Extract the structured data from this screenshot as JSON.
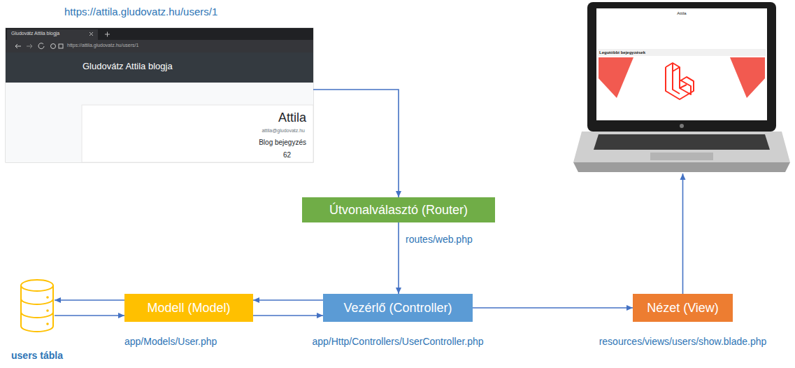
{
  "diagram": {
    "nodes": [
      {
        "text": [
          "https://attila.gludovatz.hu/users/1",
          "Gludovátz Attila blogja",
          "https://attila.gludovatz.hu/users/1",
          "Gludovátz Attila blogja",
          "Attila",
          "attila@gludovatz.hu",
          "Blog bejegyzés",
          "62"
        ]
      },
      {
        "text": [
          "Attila",
          "Legutóbbi bejegyzések"
        ]
      },
      {
        "text": [
          "Útvonalválasztó (Router)",
          "routes/web.php"
        ]
      },
      {
        "text": [
          "users tábla"
        ]
      },
      {
        "text": [
          "Modell (Model)",
          "app/Models/User.php"
        ]
      },
      {
        "text": [
          "Vezérlő (Controller)",
          "app/Http/Controllers/UserController.php"
        ]
      },
      {
        "text": [
          "Nézet (View)",
          "resources/views/users/show.blade.php"
        ]
      }
    ],
    "edges": [
      {
        "from": 0,
        "to": 2,
        "arrow": "to"
      },
      {
        "from": 2,
        "to": 5,
        "arrow": "to"
      },
      {
        "from": 5,
        "to": 4,
        "arrow": "to"
      },
      {
        "from": 4,
        "to": 3,
        "arrow": "to"
      },
      {
        "from": 3,
        "to": 4,
        "arrow": "to"
      },
      {
        "from": 4,
        "to": 5,
        "arrow": "to"
      },
      {
        "from": 5,
        "to": 6,
        "arrow": "to"
      },
      {
        "from": 6,
        "to": 1,
        "arrow": "to"
      }
    ]
  }
}
